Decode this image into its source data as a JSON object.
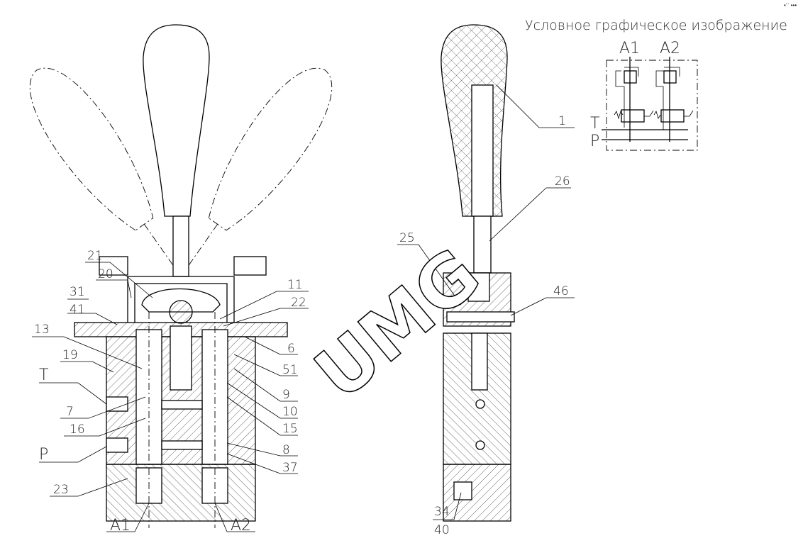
{
  "title": "Условное графическое изображение",
  "watermark": "UMG",
  "corner_mark": "•'' •••",
  "schematic": {
    "ports_top": [
      "A1",
      "A2"
    ],
    "ports_side": [
      "T",
      "P"
    ]
  },
  "left_view_labels": {
    "l21": "21",
    "l20": "20",
    "l31": "31",
    "l41": "41",
    "l13": "13",
    "l19": "19",
    "lT": "T",
    "l7": "7",
    "l16": "16",
    "lP": "P",
    "l23": "23",
    "lA1": "A1",
    "lA2": "A2",
    "l11": "11",
    "l22": "22",
    "l6": "6",
    "l51": "51",
    "l9": "9",
    "l10": "10",
    "l15": "15",
    "l8": "8",
    "l37": "37"
  },
  "right_view_labels": {
    "r1": "1",
    "r26": "26",
    "r25": "25",
    "r46": "46",
    "r34": "34",
    "r40": "40"
  }
}
